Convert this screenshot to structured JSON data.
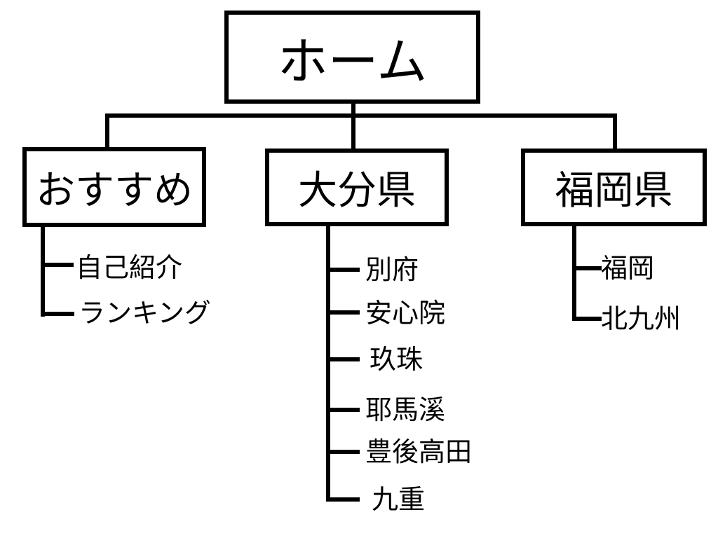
{
  "colors": {
    "background": "#ffffff",
    "line": "#000000",
    "text": "#000000"
  },
  "diagram": {
    "type": "sitemap-tree",
    "root": {
      "label": "ホーム"
    },
    "branches": [
      {
        "label": "おすすめ",
        "children": [
          "自己紹介",
          "ランキング"
        ]
      },
      {
        "label": "大分県",
        "children": [
          "別府",
          "安心院",
          "玖珠",
          "耶馬溪",
          "豊後高田",
          "九重"
        ]
      },
      {
        "label": "福岡県",
        "children": [
          "福岡",
          "北九州"
        ]
      }
    ]
  }
}
